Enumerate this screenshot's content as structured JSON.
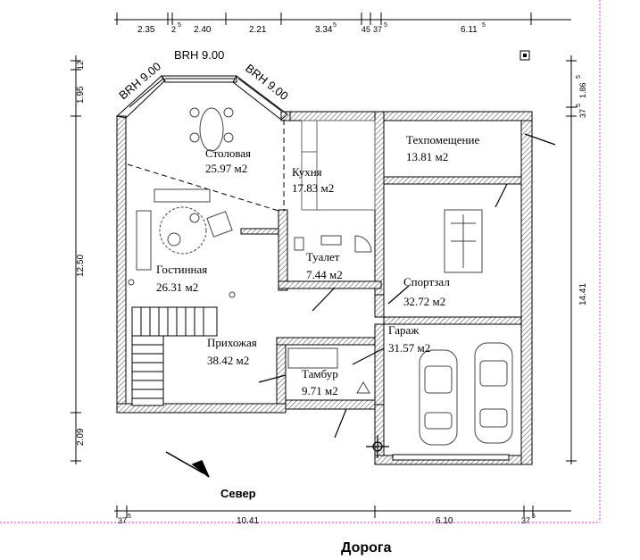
{
  "dimensions": {
    "top": [
      "2.35",
      "2",
      "5",
      "2.40",
      "2.21",
      "3.34",
      "5",
      "45",
      "37",
      "5",
      "6.11",
      "5"
    ],
    "bottom": [
      "37",
      "5",
      "10.41",
      "6.10",
      "37",
      "5"
    ],
    "left": [
      "12",
      "1.95",
      "12.50",
      "2.09"
    ],
    "right": [
      "37",
      "5",
      "1.86",
      "5",
      "14.41"
    ]
  },
  "windows": [
    "BRH 9.00",
    "BRH 9.00",
    "BRH 9.00"
  ],
  "rooms": [
    {
      "name": "Столовая",
      "area": "25.97 м2"
    },
    {
      "name": "Кухня",
      "area": "17.83 м2"
    },
    {
      "name": "Техпомещение",
      "area": "13.81 м2"
    },
    {
      "name": "Гостинная",
      "area": "26.31 м2"
    },
    {
      "name": "Туалет",
      "area": "7.44 м2"
    },
    {
      "name": "Спортзал",
      "area": "32.72 м2"
    },
    {
      "name": "Прихожая",
      "area": "38.42 м2"
    },
    {
      "name": "Гараж",
      "area": "31.57 м2"
    },
    {
      "name": "Тамбур",
      "area": "9.71 м2"
    }
  ],
  "north_label": "Север",
  "road_label": "Дорога",
  "colors": {
    "line": "#000000",
    "wall_fill": "#ffffff",
    "hatch": "#555555",
    "guide": "#c040c0"
  }
}
